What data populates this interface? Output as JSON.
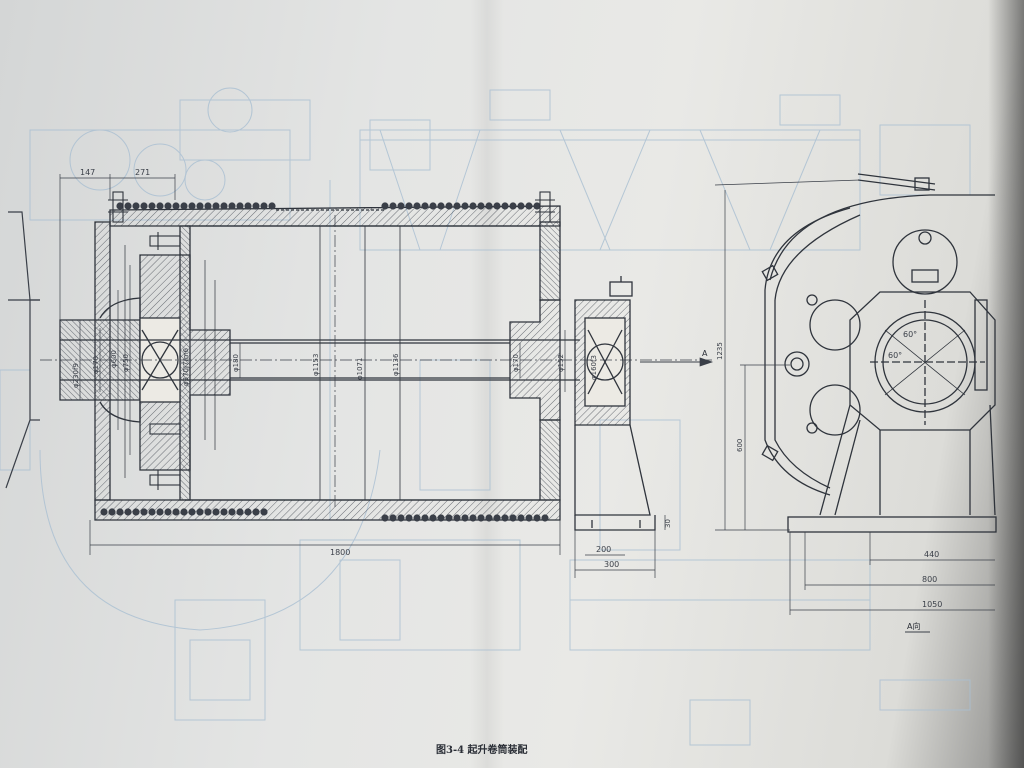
{
  "figure": {
    "caption": "图3-4  起升卷筒装配",
    "view_label": "A向",
    "section_arrow_label": "A"
  },
  "dimensions": {
    "left_overhang": "147",
    "flange_width": "271",
    "overall_length": "1800",
    "shaft_dia_end": "φ230f9",
    "dia_hub_1": "φ170",
    "dia_hub_2": "φ600",
    "dia_hub_3": "φ750",
    "dia_hub_4": "φ370J7/m6",
    "shaft_dia_mid": "φ180",
    "drum_dia_1": "φ1153",
    "drum_dia_2": "φ1071",
    "drum_dia_3": "φ1136",
    "shaft_dia_right": "φ170",
    "shaft_dia_right_2": "φ152",
    "bearing_dia": "φ160f3",
    "support_width_1": "200",
    "support_width_2": "300",
    "support_height": "30",
    "side_height_total": "1235",
    "side_height_axis": "600",
    "base_width_1": "440",
    "base_width_2": "800",
    "base_width_3": "1050",
    "angle_1": "60°",
    "angle_2": "60°"
  },
  "colors": {
    "ink": "#3a3f48",
    "ink_dark": "#2a2e36",
    "bleed_blue": "#a9bfd2",
    "hatch": "#4a4f58"
  }
}
